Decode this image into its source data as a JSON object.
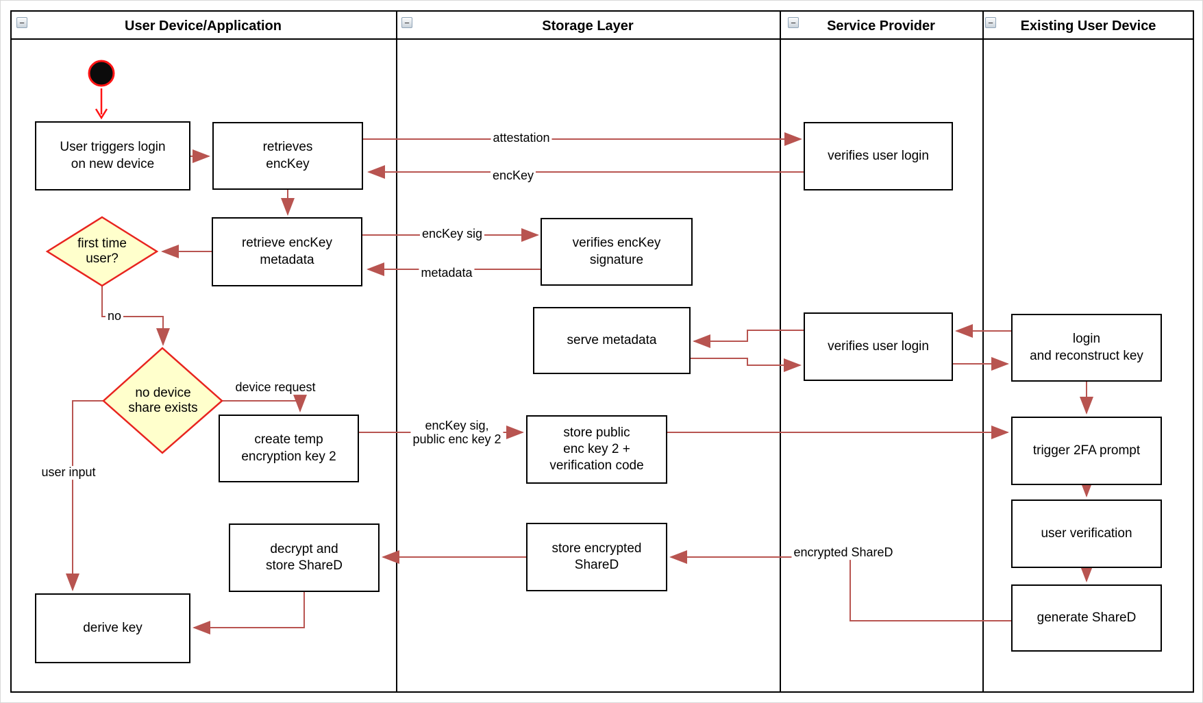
{
  "diagram": {
    "lanes": [
      {
        "title": "User Device/Application"
      },
      {
        "title": "Storage Layer"
      },
      {
        "title": "Service Provider"
      },
      {
        "title": "Existing User Device"
      }
    ],
    "collapse_glyph": "−",
    "nodes": {
      "user_triggers_login": "User triggers login\non new device",
      "retrieves_enckey": "retrieves\nencKey",
      "verifies_user_login_1": "verifies user login",
      "retrieve_enckey_metadata": "retrieve encKey\nmetadata",
      "first_time_user": "first time\nuser?",
      "verifies_enckey_signature": "verifies encKey\nsignature",
      "serve_metadata": "serve metadata",
      "verifies_user_login_2": "verifies user login",
      "login_and_reconstruct_key": "login\nand reconstruct key",
      "no_device_share_exists": "no device\nshare exists",
      "create_temp_encryption_key_2": "create temp\nencryption key 2",
      "store_public_enc_key_2": "store public\nenc key 2 +\nverification code",
      "trigger_2fa_prompt": "trigger 2FA prompt",
      "user_verification": "user verification",
      "generate_shared": "generate ShareD",
      "store_encrypted_shared": "store encrypted\nShareD",
      "decrypt_and_store_shared": "decrypt and\nstore ShareD",
      "derive_key": "derive key"
    },
    "edge_labels": {
      "attestation": "attestation",
      "enckey": "encKey",
      "enckey_sig": "encKey sig",
      "metadata": "metadata",
      "no": "no",
      "device_request": "device request",
      "user_input": "user input",
      "enckey_sig_public_enc_key_2": "encKey sig,\npublic enc key 2",
      "encrypted_shared": "encrypted ShareD"
    }
  },
  "colors": {
    "edge": "#b85450",
    "start": "#ff1414",
    "decision_fill": "#ffffcc",
    "decision_border": "#e8241f"
  }
}
